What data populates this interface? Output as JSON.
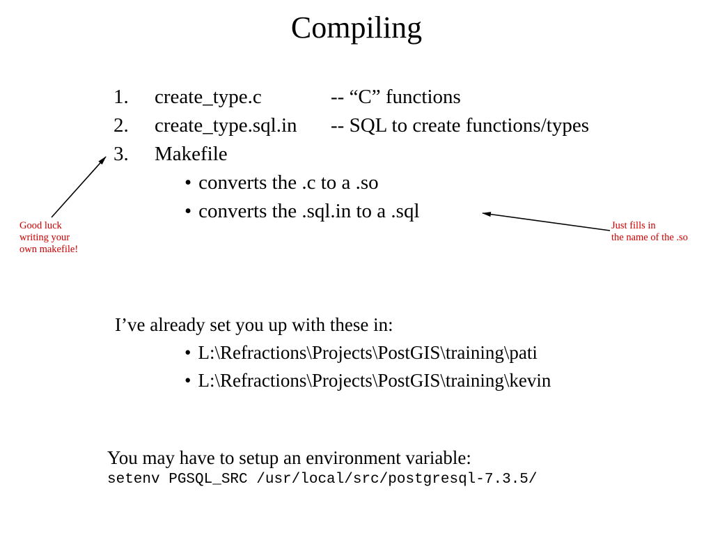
{
  "slide": {
    "title": "Compiling"
  },
  "list": {
    "bullet_char": "•",
    "items": [
      {
        "number": "1.",
        "name": "create_type.c",
        "desc": "-- “C” functions"
      },
      {
        "number": "2.",
        "name": "create_type.sql.in",
        "desc": "-- SQL to create functions/types"
      },
      {
        "number": "3.",
        "name": "Makefile",
        "desc": ""
      }
    ],
    "sub_bullets": [
      "converts the .c to a .so",
      "converts the .sql.in to a .sql"
    ]
  },
  "annotations": {
    "color": "#cc0000",
    "left": {
      "lines": [
        "Good luck",
        "writing your",
        "own makefile!"
      ]
    },
    "right": {
      "lines": [
        "Just fills in",
        "the name of the .so"
      ]
    }
  },
  "setup": {
    "intro": "I’ve already set you up with these in:",
    "paths": [
      "L:\\Refractions\\Projects\\PostGIS\\training\\pati",
      "L:\\Refractions\\Projects\\PostGIS\\training\\kevin"
    ]
  },
  "env": {
    "text": "You may have to setup an environment variable:",
    "command": "setenv PGSQL_SRC /usr/local/src/postgresql-7.3.5/"
  }
}
